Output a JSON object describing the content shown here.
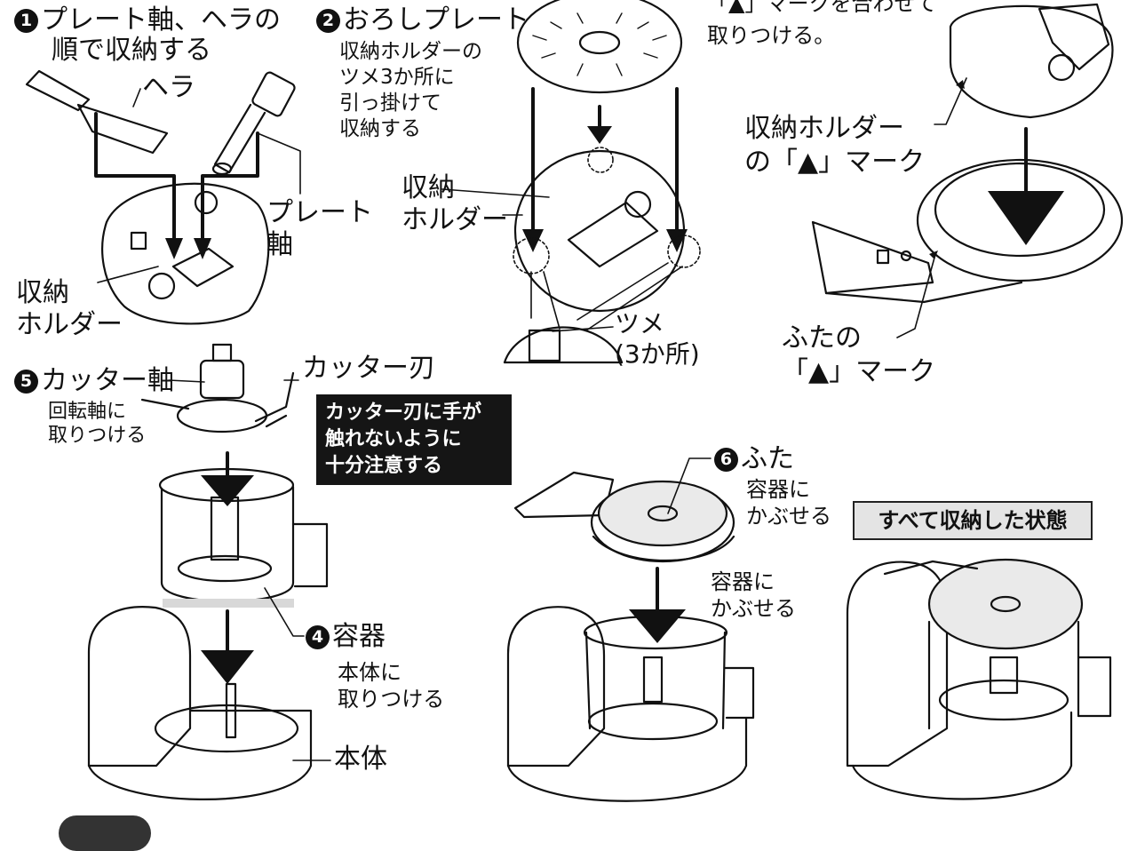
{
  "steps": {
    "s1": {
      "num": "1",
      "title": "プレート軸、ヘラの",
      "title2": "順で収納する"
    },
    "s2": {
      "num": "2",
      "title": "おろしプレート",
      "desc": "収納ホルダーの\nツメ3か所に\n引っ掛けて\n収納する"
    },
    "s3": {
      "desc": "「▲」マークを合わせて\n取りつける。"
    },
    "s4": {
      "num": "4",
      "title": "容器",
      "desc": "本体に\n取りつける"
    },
    "s5": {
      "num": "5",
      "title": "カッター軸",
      "desc": "回転軸に\n取りつける"
    },
    "s6": {
      "num": "6",
      "title": "ふた",
      "desc": "容器に\nかぶせる"
    }
  },
  "labels": {
    "hera": "ヘラ",
    "plate_shaft": "プレート\n軸",
    "holder1": "収納\nホルダー",
    "holder2": "収納\nホルダー",
    "tsume": "ツメ\n(3か所)",
    "holder_mark": "収納ホルダー\nの「▲」マーク",
    "lid_mark": "ふたの\n「▲」マーク",
    "cutter_blade": "カッター刃",
    "body": "本体",
    "over_container": "容器に\nかぶせる"
  },
  "warning": "カッター刃に手が\n触れないように\n十分注意する",
  "done_label": "すべて収納した状態",
  "colors": {
    "ink": "#111111",
    "arrow": "#1a1a1a",
    "transparent_part": "#d8d8d8",
    "warn_bg": "#151515"
  }
}
